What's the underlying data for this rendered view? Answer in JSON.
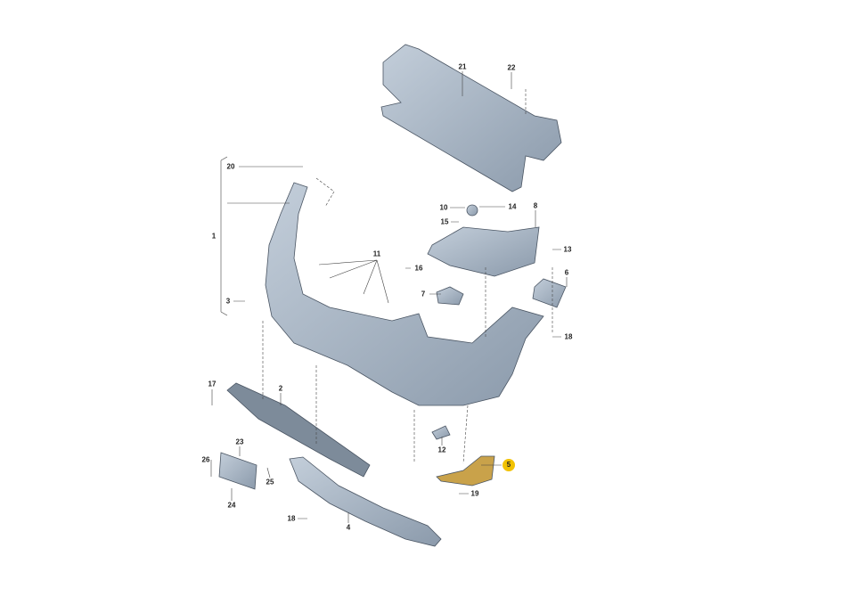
{
  "diagram": {
    "highlight_color": "#f2c200",
    "part_color": "#aab7c5",
    "labels": {
      "p21": "21",
      "p22": "22",
      "p20": "20",
      "p1": "1",
      "p10": "10",
      "p14": "14",
      "p15": "15",
      "p8": "8",
      "p13": "13",
      "p11": "11",
      "p16": "16",
      "p7": "7",
      "p6": "6",
      "p3": "3",
      "p18a": "18",
      "p17": "17",
      "p2": "2",
      "p12": "12",
      "p5": "5",
      "p23": "23",
      "p26": "26",
      "p25": "25",
      "p24": "24",
      "p19": "19",
      "p18b": "18",
      "p4": "4"
    }
  }
}
